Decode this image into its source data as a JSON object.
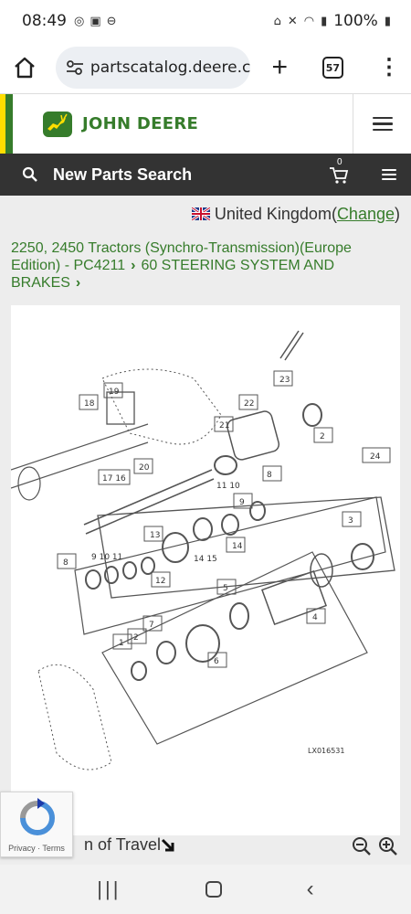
{
  "status_bar": {
    "time": "08:49",
    "battery": "100%"
  },
  "browser": {
    "url": "partscatalog.deere.com",
    "tab_count": "57"
  },
  "header": {
    "brand": "JOHN DEERE"
  },
  "nav": {
    "title": "New Parts Search",
    "cart_count": "0"
  },
  "country": {
    "name": "United Kingdom",
    "open_paren": " (",
    "change_label": "Change",
    "close_paren": ")"
  },
  "breadcrumb": {
    "item1": "2250, 2450 Tractors (Synchro-Transmission)(Europe Edition) - PC4211",
    "item2": "60 STEERING SYSTEM AND BRAKES"
  },
  "diagram": {
    "figure_code": "LX016531",
    "callouts": [
      "1",
      "2",
      "3",
      "4",
      "5",
      "6",
      "7",
      "8",
      "9",
      "10",
      "11",
      "12",
      "13",
      "14",
      "15",
      "16",
      "17",
      "18",
      "19",
      "20",
      "21",
      "22",
      "23",
      "24"
    ]
  },
  "caption": {
    "text": "n of Travel"
  },
  "recaptcha": {
    "links": "Privacy · Terms"
  },
  "colors": {
    "brand_green": "#367c2b",
    "brand_yellow": "#ffde00",
    "nav_dark": "#333333"
  }
}
